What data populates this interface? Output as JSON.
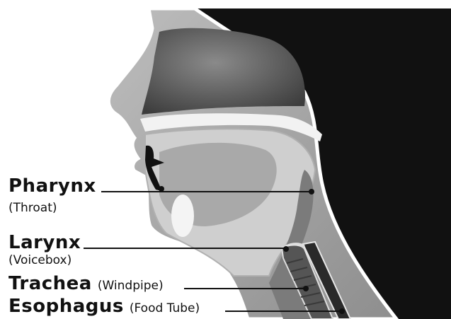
{
  "labels": [
    {
      "name": "Pharynx",
      "note": "(Throat)"
    },
    {
      "name": "Larynx",
      "note": "(Voicebox)"
    },
    {
      "name": "Trachea",
      "note": "(Windpipe)"
    },
    {
      "name": "Esophagus",
      "note": "(Food Tube)"
    }
  ],
  "colors": {
    "ink": "#111111",
    "tissue": "#9a9a9a",
    "cavity": "#5f5f5f",
    "outline": "#ffffff"
  }
}
